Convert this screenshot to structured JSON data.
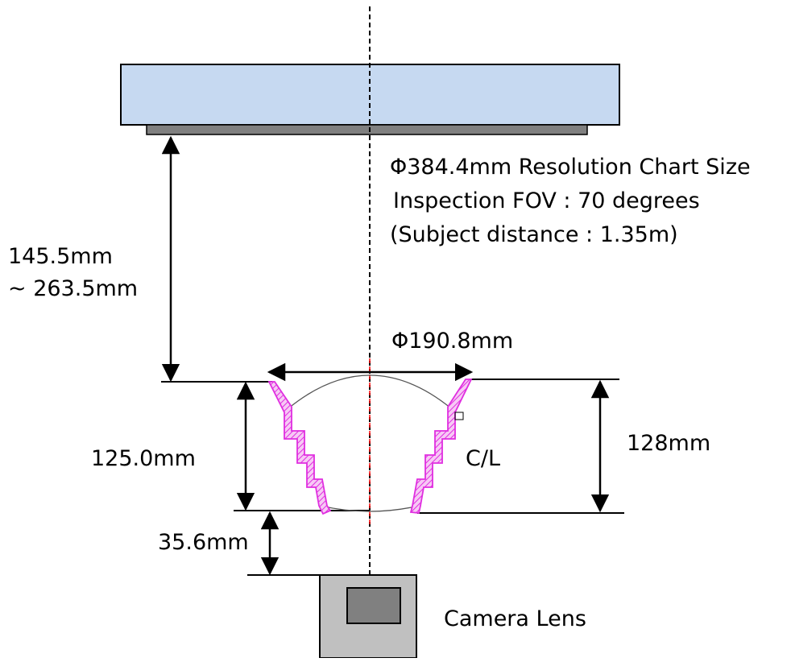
{
  "chart_size_line": "Φ384.4mm Resolution Chart Size",
  "fov_line": "Inspection FOV : 70 degrees",
  "subject_distance_line": "(Subject distance : 1.35m)",
  "gap_label_line1": "145.5mm",
  "gap_label_line2": "~ 263.5mm",
  "diameter_label": "Φ190.8mm",
  "dome_height_label": "125.0mm",
  "total_height_label": "128mm",
  "cl_label": "C/L",
  "lens_gap_label": "35.6mm",
  "camera_label": "Camera Lens",
  "colors": {
    "chart_fill": "#c6d9f1",
    "chart_base": "#808080",
    "bracket": "#e02ee0",
    "camera_body": "#c0c0c0",
    "camera_lens": "#808080",
    "centerline_red": "#ff0000"
  }
}
